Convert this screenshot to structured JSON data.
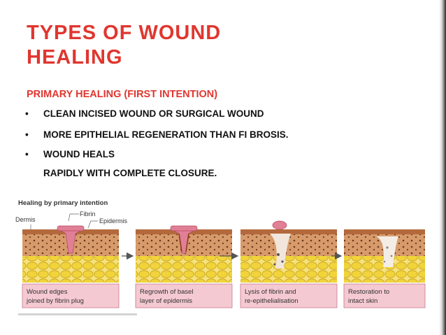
{
  "slide": {
    "title": "TYPES OF WOUND HEALING",
    "subtitle": "PRIMARY HEALING (FIRST INTENTION)",
    "bullet_char": "•",
    "bullets": [
      "CLEAN INCISED WOUND OR SURGICAL WOUND",
      "MORE EPITHELIAL REGENERATION THAN FI BROSIS.",
      "WOUND HEALS"
    ],
    "continuation": "RAPIDLY WITH COMPLETE CLOSURE."
  },
  "figure": {
    "heading": "Healing by primary intention",
    "labels": {
      "fibrin": "Fibrin",
      "dermis": "Dermis",
      "epidermis": "Epidermis"
    },
    "captions": [
      [
        "Wound edges",
        "joined by fibrin plug"
      ],
      [
        "Regrowth of basel",
        "layer of epidermis"
      ],
      [
        "Lysis of fibrin and",
        "re-epithelialisation"
      ],
      [
        "Restoration to",
        "intact skin"
      ]
    ]
  },
  "colors": {
    "accent": "#e0362f",
    "skin_brown": "#d79a6a",
    "dermis_dots": "#6b3a1f",
    "fat_yellow": "#f0d43a",
    "fibrin_pink": "#e07f95",
    "caption_box": "#f5c9d2"
  }
}
